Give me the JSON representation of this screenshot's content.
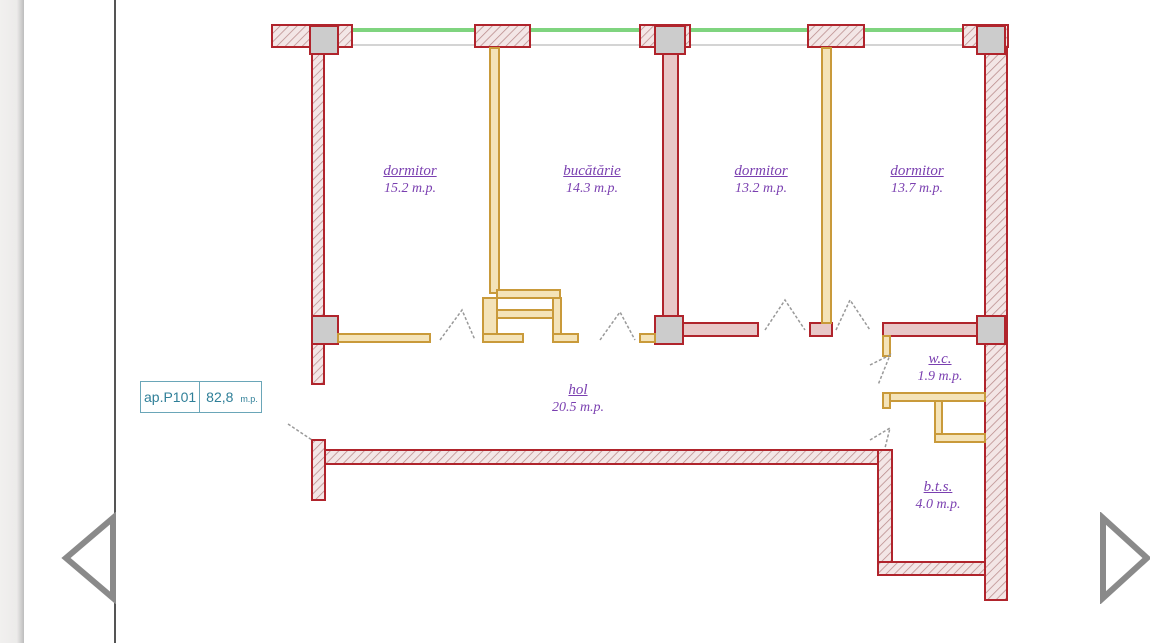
{
  "viewer": {
    "prev_icon": "triangle-left-icon",
    "next_icon": "triangle-right-icon"
  },
  "plan": {
    "apartment": {
      "id": "ap.P101",
      "area": "82,8",
      "unit": "m.p."
    },
    "rooms": [
      {
        "name": "dormitor",
        "area": "15.2 m.p."
      },
      {
        "name": "bucătărie",
        "area": "14.3 m.p."
      },
      {
        "name": "dormitor",
        "area": "13.2 m.p."
      },
      {
        "name": "dormitor",
        "area": "13.7 m.p."
      },
      {
        "name": "hol",
        "area": "20.5 m.p."
      },
      {
        "name": "w.c.",
        "area": "1.9 m.p."
      },
      {
        "name": "b.t.s.",
        "area": "4.0 m.p."
      }
    ],
    "colors": {
      "wall": "#b0242c",
      "partition": "#c99a3a",
      "label": "#7a3fb0",
      "glass": "#7fd47f"
    }
  }
}
